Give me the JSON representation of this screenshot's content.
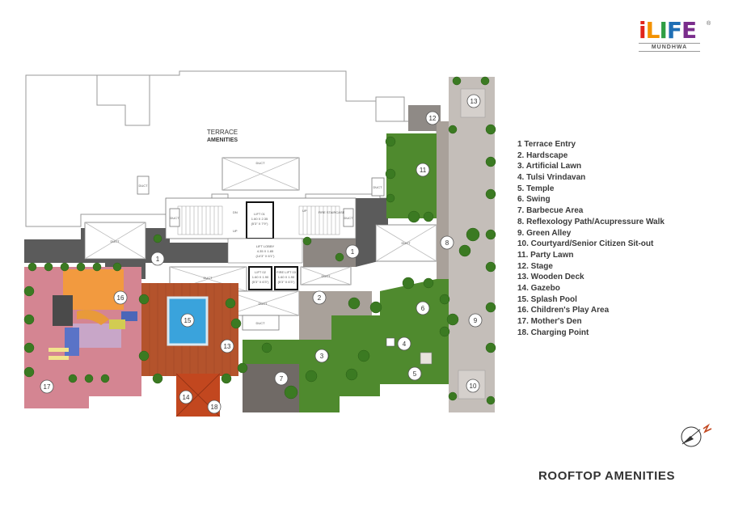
{
  "logo": {
    "brand_letters": [
      "i",
      "L",
      "I",
      "F",
      "E"
    ],
    "reg_mark": "®",
    "location": "MUNDHWA"
  },
  "title": "ROOFTOP AMENITIES",
  "terrace_label": {
    "line1": "TERRACE",
    "line2": "AMENITIES"
  },
  "room_labels": {
    "duct": "DUCT",
    "lift1": "LIFT 01",
    "lift1_size": "1.60 X 2.35",
    "lift1_size_ft": "(5'3\" X 7'9\")",
    "lift_lobby": "LIFT LOBBY",
    "lift_lobby_size": "4.35 X 1.85",
    "lift_lobby_size_ft": "(14'3\" X 6'1\")",
    "lift2": "LIFT 02",
    "lift2_size": "1.60 X 1.90",
    "lift2_size_ft": "(5'3\" X 6'3\")",
    "fire_lift": "FIRE LIFT 03",
    "fire_lift_size": "1.60 X 1.90",
    "fire_lift_size_ft": "(5'3\" X 6'3\")",
    "fire_staircase": "FIRE STAIRCASE",
    "up": "UP",
    "dn": "DN"
  },
  "markers": [
    "1",
    "1",
    "2",
    "3",
    "4",
    "5",
    "6",
    "7",
    "8",
    "9",
    "10",
    "11",
    "12",
    "13",
    "13",
    "14",
    "15",
    "16",
    "17",
    "18"
  ],
  "legend": [
    "1 Terrace Entry",
    "2. Hardscape",
    "3. Artificial Lawn",
    "4. Tulsi Vrindavan",
    "5. Temple",
    "6. Swing",
    "7. Barbecue Area",
    "8. Reflexology Path/Acupressure Walk",
    "9. Green Alley",
    "10. Courtyard/Senior Citizen Sit-out",
    "11. Party Lawn",
    "12. Stage",
    "13. Wooden Deck",
    "14. Gazebo",
    "15. Splash Pool",
    "16. Children's Play Area",
    "17. Mother's Den",
    "18. Charging Point"
  ],
  "colors": {
    "lawn": "#4f8a2e",
    "hardscape": "#a9a19a",
    "deck": "#b4532c",
    "pool": "#3aa3dc",
    "gazebo": "#c2471f",
    "play_area": "#d48592",
    "dark_paving": "#5b5b5b",
    "walkway": "#c4beb9"
  }
}
